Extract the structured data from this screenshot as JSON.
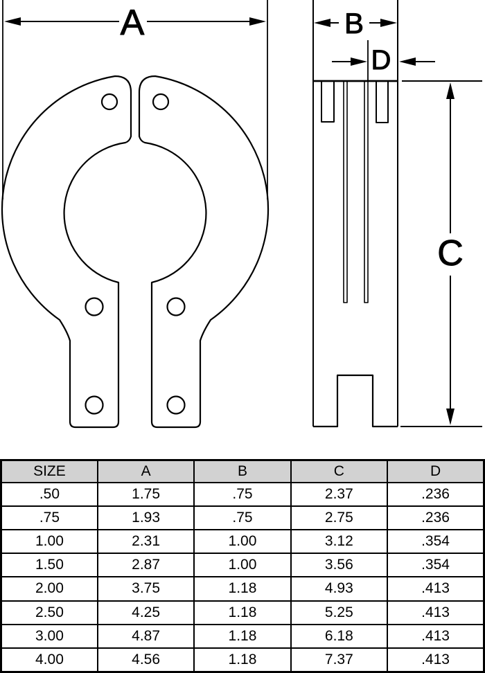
{
  "drawing": {
    "title": "two-piece clamp technical drawing",
    "line_color": "#000000",
    "background": "#ffffff",
    "labels": {
      "a": "A",
      "b": "B",
      "c": "C",
      "d": "D"
    }
  },
  "table": {
    "header_bg": "#d2d2d2",
    "header": [
      "SIZE",
      "A",
      "B",
      "C",
      "D"
    ],
    "rows": [
      [
        ".50",
        "1.75",
        ".75",
        "2.37",
        ".236"
      ],
      [
        ".75",
        "1.93",
        ".75",
        "2.75",
        ".236"
      ],
      [
        "1.00",
        "2.31",
        "1.00",
        "3.12",
        ".354"
      ],
      [
        "1.50",
        "2.87",
        "1.00",
        "3.56",
        ".354"
      ],
      [
        "2.00",
        "3.75",
        "1.18",
        "4.93",
        ".413"
      ],
      [
        "2.50",
        "4.25",
        "1.18",
        "5.25",
        ".413"
      ],
      [
        "3.00",
        "4.87",
        "1.18",
        "6.18",
        ".413"
      ],
      [
        "4.00",
        "4.56",
        "1.18",
        "7.37",
        ".413"
      ]
    ]
  }
}
